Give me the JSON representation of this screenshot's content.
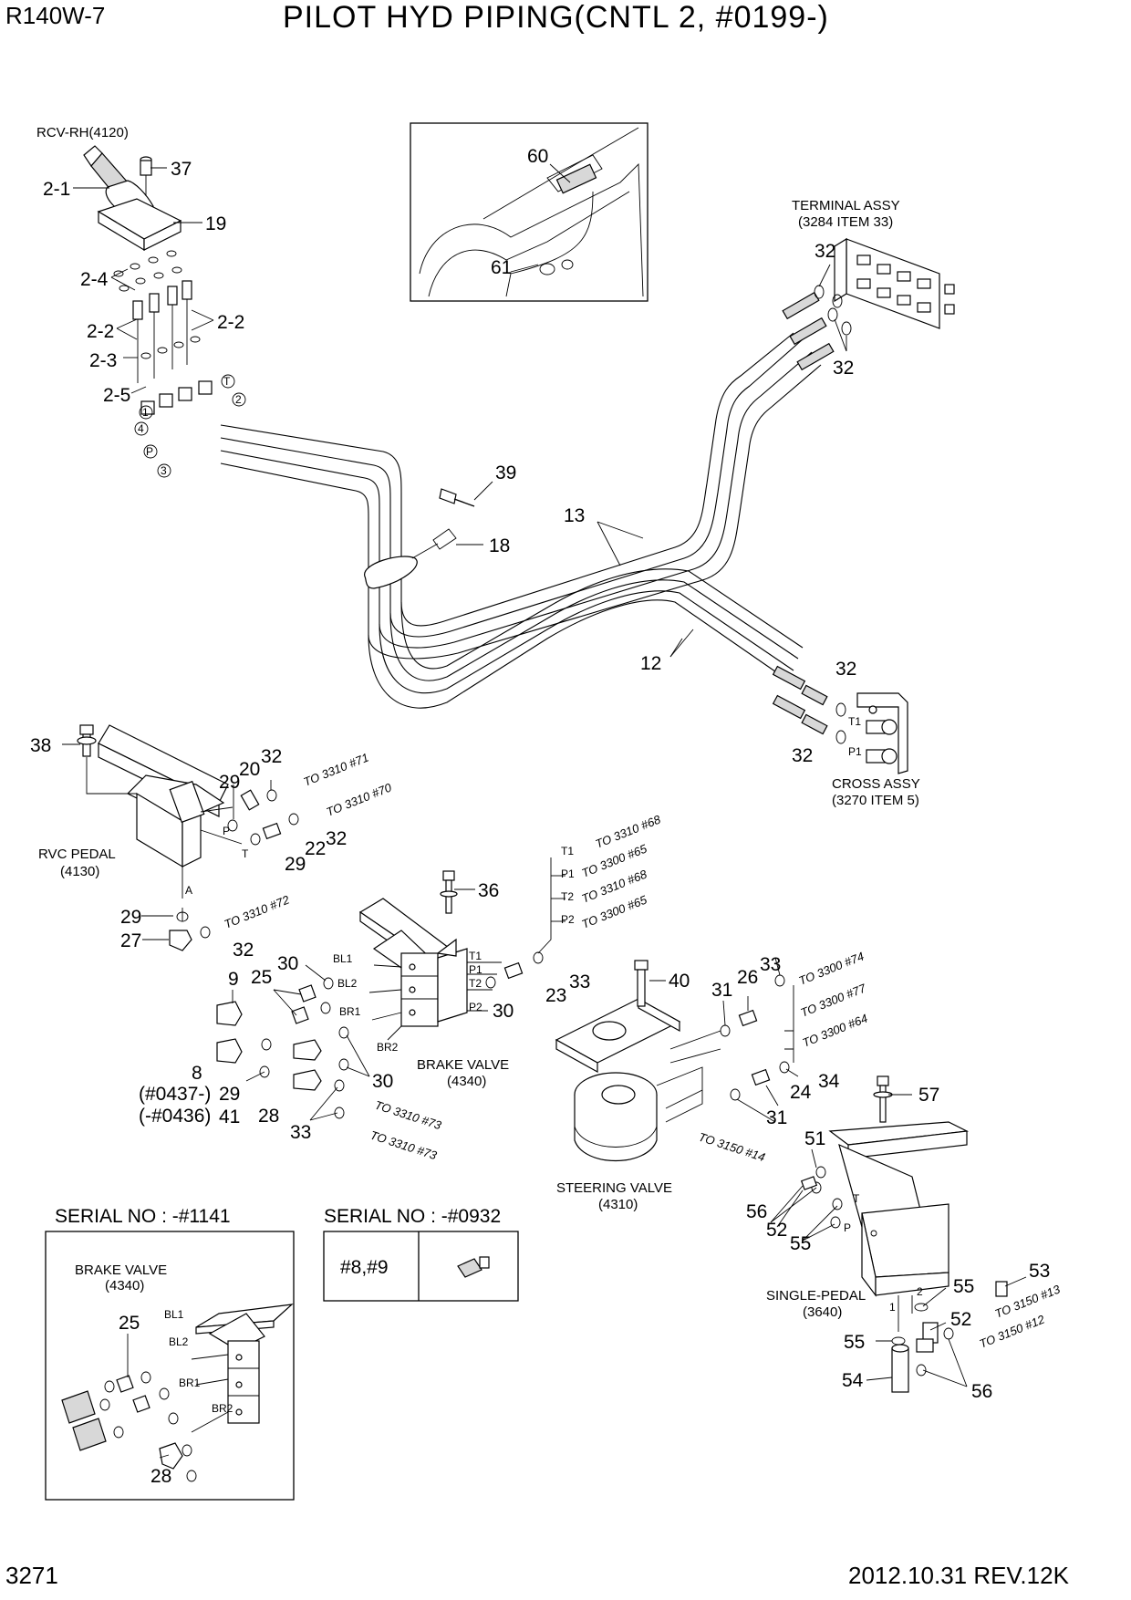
{
  "header": {
    "model": "R140W-7",
    "title": "PILOT HYD PIPING(CNTL 2, #0199-)"
  },
  "footer": {
    "page_number": "3271",
    "revision": "2012.10.31  REV.12K"
  },
  "assembly_captions": {
    "rcv_rh": "RCV-RH(4120)",
    "terminal_assy": "TERMINAL ASSY",
    "terminal_assy_ref": "(3284 ITEM 33)",
    "cross_assy": "CROSS ASSY",
    "cross_assy_ref": "(3270 ITEM 5)",
    "rvc_pedal": "RVC PEDAL",
    "rvc_pedal_ref": "(4130)",
    "brake_valve": "BRAKE VALVE",
    "brake_valve_ref": "(4340)",
    "steering_valve": "STEERING VALVE",
    "steering_valve_ref": "(4310)",
    "single_pedal": "SINGLE-PEDAL",
    "single_pedal_ref": "(3640)"
  },
  "serial_notes": {
    "inset_left": "SERIAL NO : -#1141",
    "inset_right": "SERIAL NO : -#0932",
    "table_cell": "#8,#9"
  },
  "port_labels": {
    "T": "T",
    "P": "P",
    "A": "A",
    "T1": "T1",
    "P1": "P1",
    "T2": "T2",
    "P2": "P2",
    "BL1": "BL1",
    "BL2": "BL2",
    "BR1": "BR1",
    "BR2": "BR2",
    "c1": "1",
    "c2": "2",
    "c3": "3",
    "c4": "4",
    "cT": "T",
    "cP": "P"
  },
  "connections": {
    "to_3310_71": "TO 3310 #71",
    "to_3310_70": "TO 3310 #70",
    "to_3310_72": "TO 3310 #72",
    "to_3310_68": "TO 3310 #68",
    "to_3300_65": "TO 3300 #65",
    "to_3310_73": "TO 3310 #73",
    "to_3300_74": "TO 3300 #74",
    "to_3300_77": "TO 3300 #77",
    "to_3300_64": "TO 3300 #64",
    "to_3150_14": "TO 3150 #14",
    "to_3150_13": "TO 3150 #13",
    "to_3150_12": "TO 3150 #12"
  },
  "callouts": {
    "p2_1": "2-1",
    "p37": "37",
    "p19": "19",
    "p2_4": "2-4",
    "p2_2": "2-2",
    "p2_3": "2-3",
    "p2_5": "2-5",
    "p60": "60",
    "p61": "61",
    "p32": "32",
    "p39": "39",
    "p13": "13",
    "p18": "18",
    "p12": "12",
    "p38": "38",
    "p20": "20",
    "p29": "29",
    "p22": "22",
    "p27": "27",
    "p36": "36",
    "p9": "9",
    "p25": "25",
    "p30": "30",
    "p23": "23",
    "p33": "33",
    "p8": "8",
    "p41": "41",
    "p28": "28",
    "p40": "40",
    "p31": "31",
    "p26": "26",
    "p24": "24",
    "p34": "34",
    "p57": "57",
    "p51": "51",
    "p56": "56",
    "p52": "52",
    "p55": "55",
    "p53": "53",
    "p54": "54",
    "serial_0437": "(#0437-)",
    "serial_0436": "(-#0436)"
  }
}
